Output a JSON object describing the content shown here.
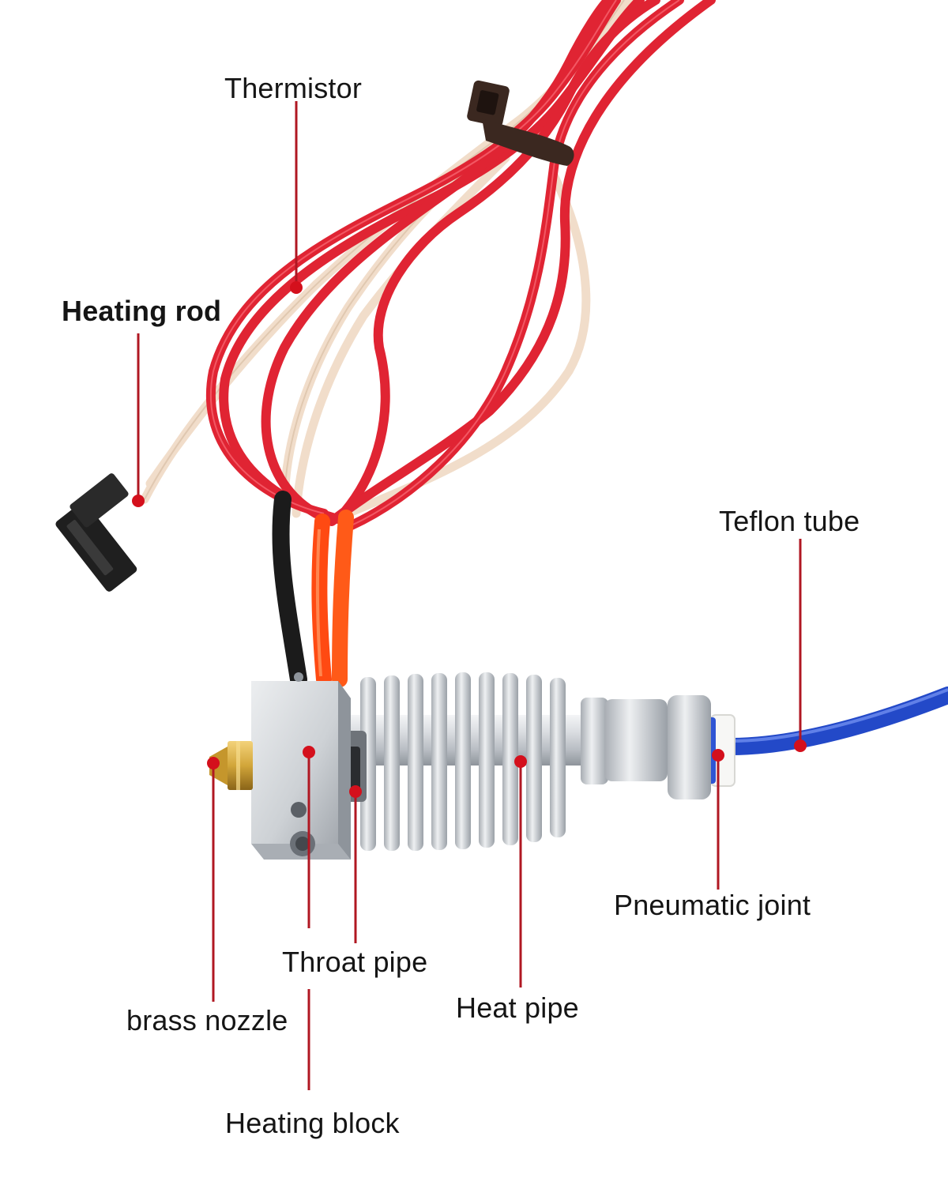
{
  "colors": {
    "leader": "#b01722",
    "dot": "#d4101c",
    "red_wire": "#e02433",
    "white_wire": "#f1ddca",
    "teflon_tube": "#2349c8",
    "aluminium": "#cfd3d8",
    "brass": "#d2a63a",
    "silicone_sleeve": "#ff4a12",
    "heat_shrink": "#1b1b1b",
    "cable_tie": "#3b2820"
  },
  "labels": {
    "thermistor": "Thermistor",
    "heating_rod": "Heating rod",
    "teflon_tube": "Teflon tube",
    "pneumatic_joint": "Pneumatic joint",
    "throat_pipe": "Throat pipe",
    "brass_nozzle": "brass nozzle",
    "heat_pipe": "Heat pipe",
    "heating_block": "Heating block"
  }
}
